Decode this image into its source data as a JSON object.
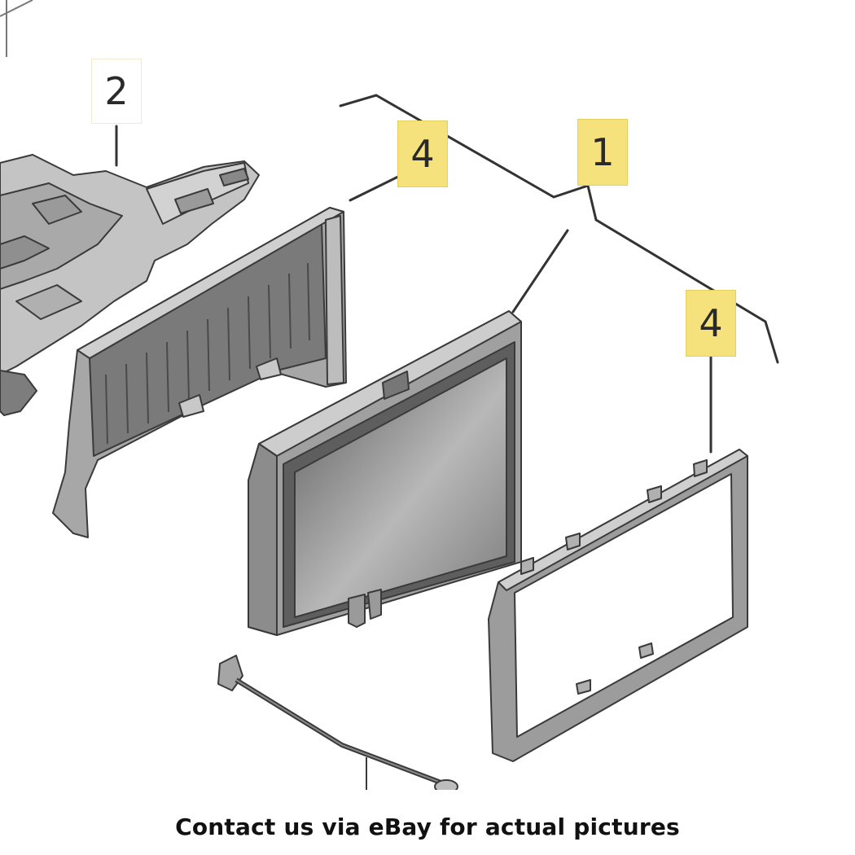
{
  "callouts": {
    "part_2": "2",
    "part_4_left": "4",
    "part_1": "1",
    "part_4_right": "4"
  },
  "colors": {
    "highlight": "#f6e27c",
    "line": "#333333",
    "part_fill": "#b9b9b9",
    "part_dark": "#6f6f6f"
  },
  "footer": {
    "notice": "Contact us via eBay for actual pictures"
  }
}
